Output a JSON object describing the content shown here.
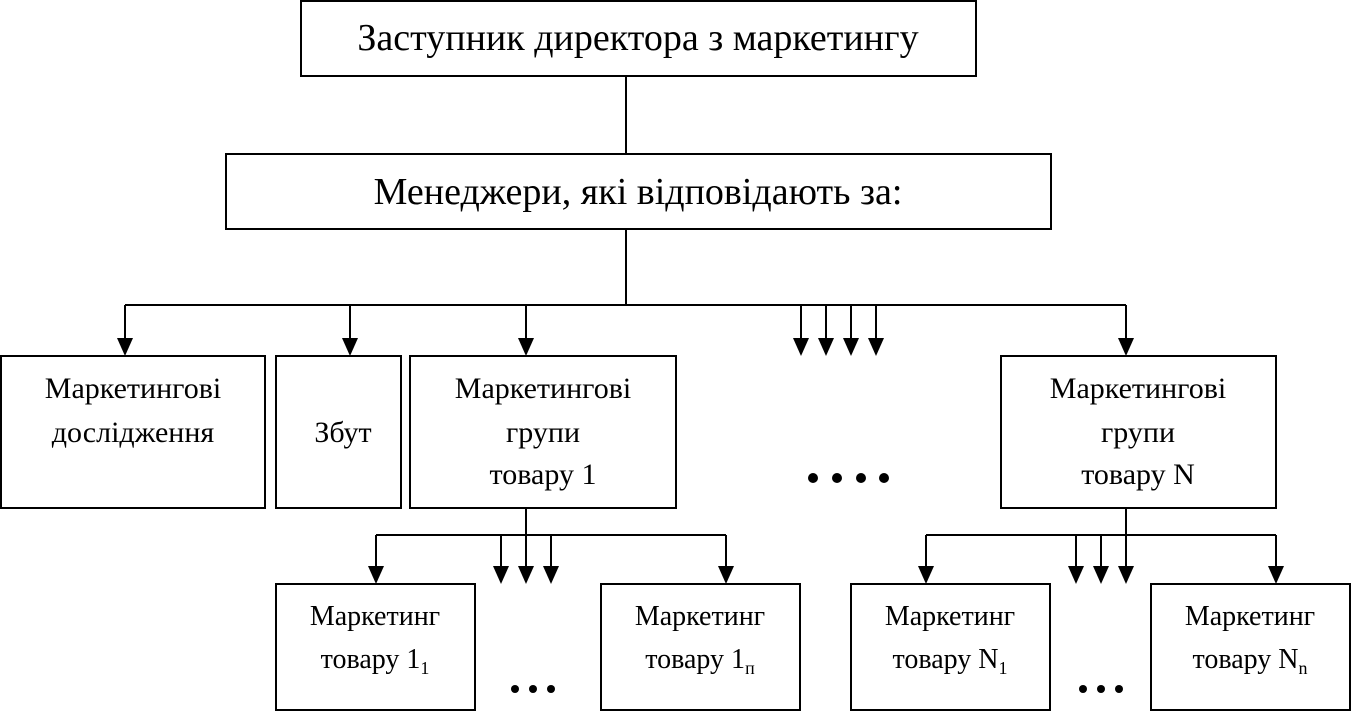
{
  "nodes": {
    "deputy_director": "Заступник директора з маркетингу",
    "managers": "Менеджери, які відповідають за:",
    "research": [
      "Маркетингові",
      "дослідження"
    ],
    "sales": "Збут",
    "group1": [
      "Маркетингові",
      "групи",
      "товару 1"
    ],
    "groupN": [
      "Маркетингові",
      "групи",
      "товару N"
    ],
    "m11": {
      "line1": "Маркетинг",
      "line2": "товару 1",
      "sub": "1"
    },
    "m1n": {
      "line1": "Маркетинг",
      "line2": "товару 1",
      "sub": "п"
    },
    "mN1": {
      "line1": "Маркетинг",
      "line2": "товару N",
      "sub": "1"
    },
    "mNn": {
      "line1": "Маркетинг",
      "line2": "товару N",
      "sub": "n"
    }
  }
}
